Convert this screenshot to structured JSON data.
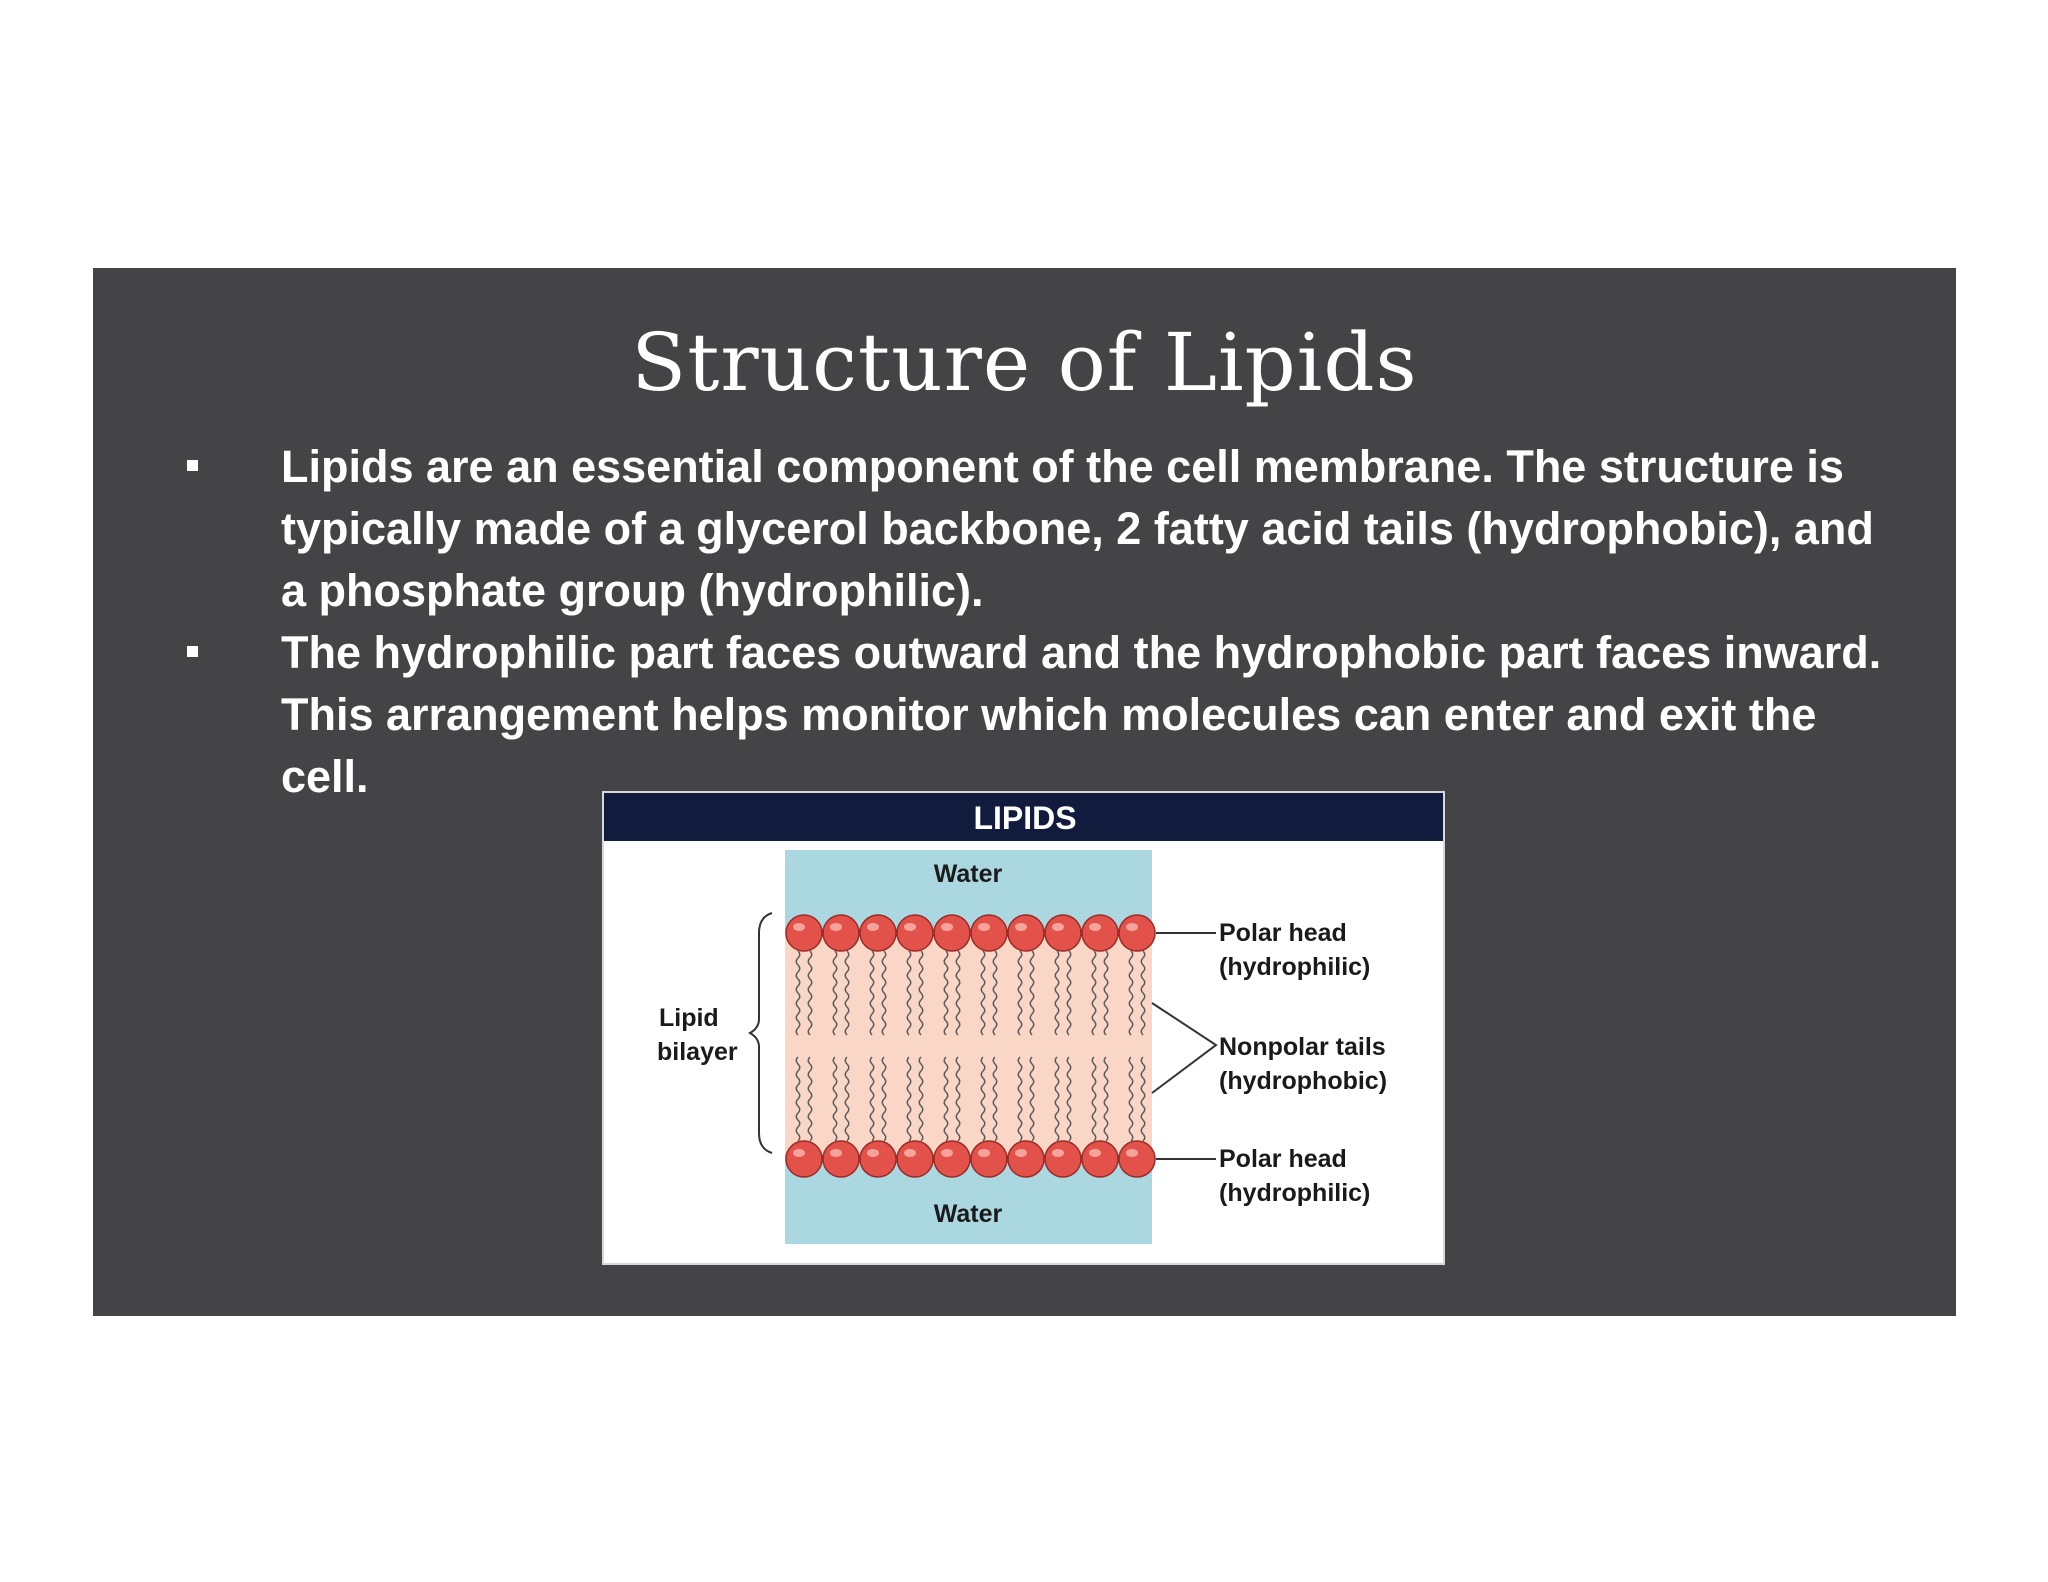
{
  "slide": {
    "title": "Structure of Lipids",
    "bullets": [
      "Lipids are an essential component of the cell membrane. The structure is typically made of a glycerol backbone, 2 fatty acid tails (hydrophobic), and a phosphate group (hydrophilic).",
      "The hydrophilic part faces outward and the hydrophobic part faces inward. This arrangement helps monitor which molecules can enter and exit the cell."
    ],
    "background_color": "#444345"
  },
  "diagram": {
    "header": "LIPIDS",
    "water_top": "Water",
    "water_bottom": "Water",
    "bilayer_label_line1": "Lipid",
    "bilayer_label_line2": "bilayer",
    "polar_head_top_line1": "Polar head",
    "polar_head_top_line2": "(hydrophilic)",
    "nonpolar_tails_line1": "Nonpolar tails",
    "nonpolar_tails_line2": "(hydrophobic)",
    "polar_head_bottom_line1": "Polar head",
    "polar_head_bottom_line2": "(hydrophilic)",
    "heads_per_layer": 10,
    "colors": {
      "header": "#101b3d",
      "water": "#abd7e1",
      "core": "#f9d6c6",
      "head": "#e2524a"
    }
  }
}
